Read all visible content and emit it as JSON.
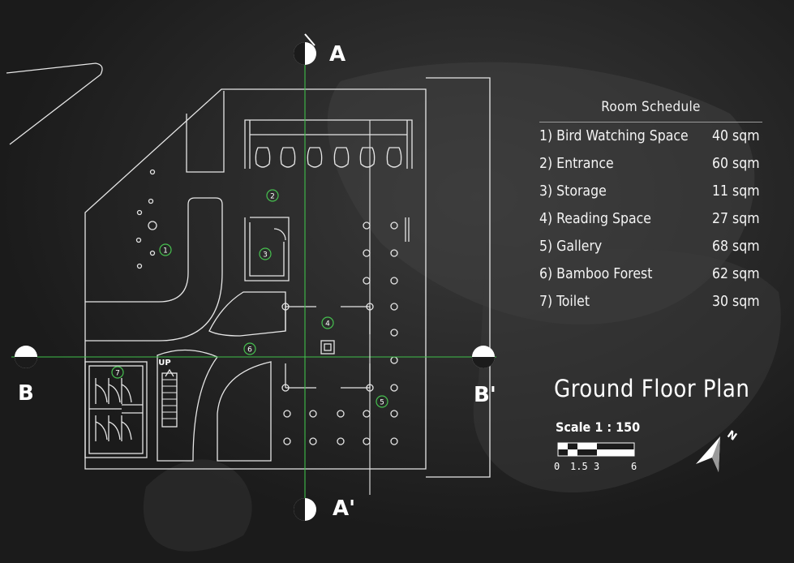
{
  "plan": {
    "title": "Ground Floor Plan",
    "scale": "Scale 1 : 150",
    "scale_ticks": [
      "0",
      "1.5",
      "3",
      "6"
    ],
    "stair_label": "UP",
    "north_label": "N"
  },
  "sections": {
    "a_top": "A",
    "a_bottom": "A'",
    "b_left": "B",
    "b_right": "B'"
  },
  "room_markers": [
    "1",
    "2",
    "3",
    "4",
    "5",
    "6",
    "7"
  ],
  "schedule": {
    "title": "Room Schedule",
    "rooms": [
      {
        "name": "1) Bird Watching Space",
        "area": "40 sqm"
      },
      {
        "name": "2) Entrance",
        "area": "60 sqm"
      },
      {
        "name": "3) Storage",
        "area": "11 sqm"
      },
      {
        "name": "4) Reading Space",
        "area": "27 sqm"
      },
      {
        "name": "5) Gallery",
        "area": "68 sqm"
      },
      {
        "name": "6) Bamboo Forest",
        "area": "62 sqm"
      },
      {
        "name": "7) Toilet",
        "area": "30 sqm"
      }
    ]
  },
  "colors": {
    "background": "#1b1b1b",
    "linework": "#e6e6e6",
    "section_line": "#3fbf4a",
    "marker": "#46c04f"
  }
}
